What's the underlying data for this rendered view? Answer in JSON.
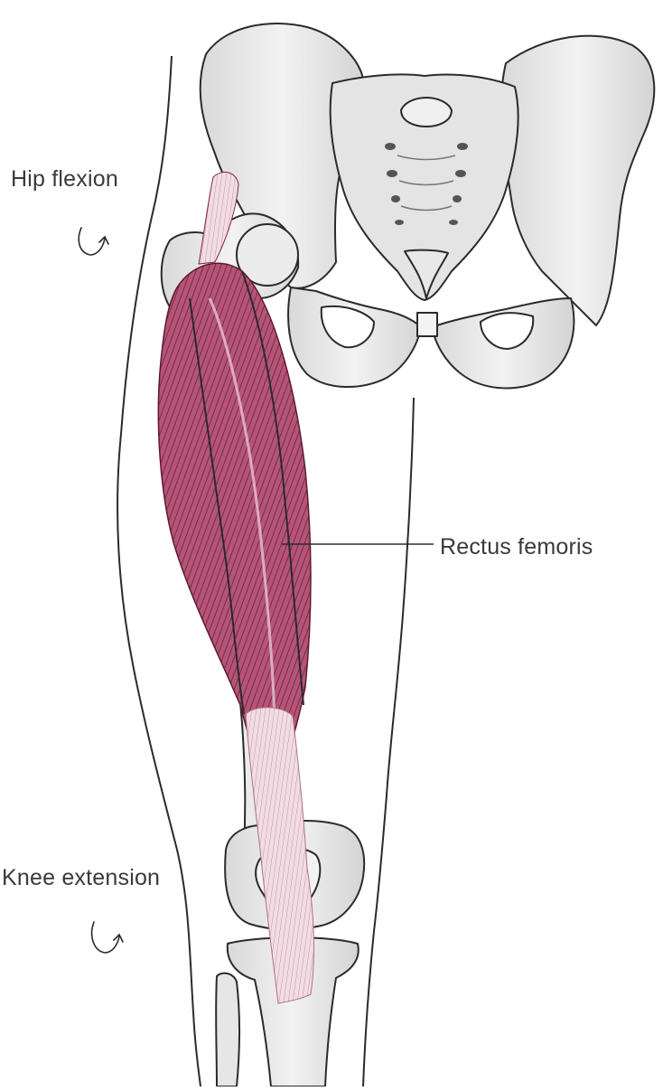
{
  "labels": {
    "hip_flexion": "Hip flexion",
    "rectus_femoris": "Rectus femoris",
    "knee_extension": "Knee extension"
  },
  "colors": {
    "background": "#ffffff",
    "bone_fill": "#ececec",
    "bone_shade": "#d4d4d4",
    "outline": "#2b2b2b",
    "muscle": "#9a3d5e",
    "muscle_light": "#c98fa3",
    "label_text": "#3a3a3a"
  },
  "icons": {
    "hip_motion": "curved-arrow-icon",
    "knee_motion": "curved-arrow-icon"
  }
}
